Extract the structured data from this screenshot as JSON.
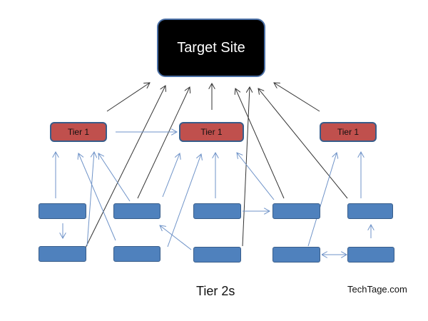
{
  "target": {
    "label": "Target Site"
  },
  "tier1": [
    {
      "label": "Tier 1"
    },
    {
      "label": "Tier 1"
    },
    {
      "label": "Tier 1"
    }
  ],
  "caption": "Tier 2s",
  "brand": "TechTage.com",
  "colors": {
    "target_fill": "#000000",
    "tier1_fill": "#c0504d",
    "tier2_fill": "#4f81bd",
    "arrow_dark": "#333333",
    "arrow_blue": "#6f93c8"
  }
}
